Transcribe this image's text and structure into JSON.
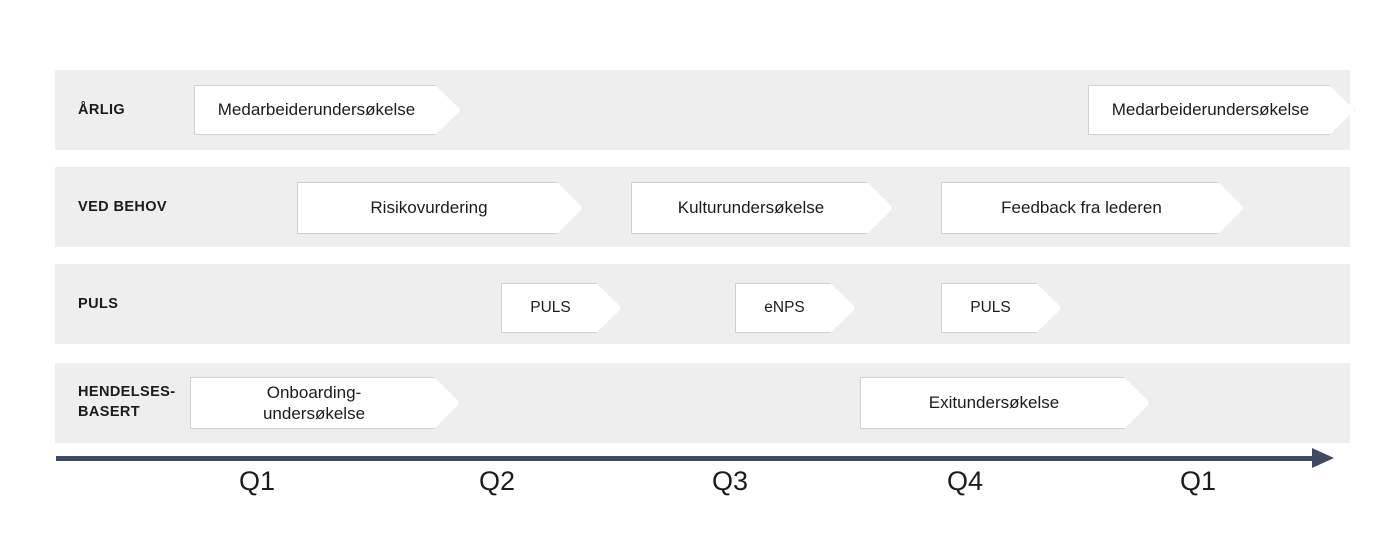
{
  "diagram": {
    "title": "Survey cadence timeline",
    "colors": {
      "page_background": "#ffffff",
      "row_background": "#eeeeee",
      "chevron_fill": "#ffffff",
      "chevron_border": "#d0d0d0",
      "axis": "#3c4a63",
      "text": "#1c1c1c"
    },
    "rows": [
      {
        "label": "ÅRLIG",
        "items": [
          {
            "text": "Medarbeiderundersøkelse"
          },
          {
            "text": "Medarbeiderundersøkelse"
          }
        ]
      },
      {
        "label": "VED BEHOV",
        "items": [
          {
            "text": "Risikovurdering"
          },
          {
            "text": "Kulturundersøkelse"
          },
          {
            "text": "Feedback fra lederen"
          }
        ]
      },
      {
        "label": "PULS",
        "items": [
          {
            "text": "PULS"
          },
          {
            "text": "eNPS"
          },
          {
            "text": "PULS"
          }
        ]
      },
      {
        "label": "HENDELSES-\nBASERT",
        "items": [
          {
            "text": "Onboarding-\nundersøkelse"
          },
          {
            "text": "Exitundersøkelse"
          }
        ]
      }
    ],
    "axis": {
      "ticks": [
        "Q1",
        "Q2",
        "Q3",
        "Q4",
        "Q1"
      ]
    }
  }
}
